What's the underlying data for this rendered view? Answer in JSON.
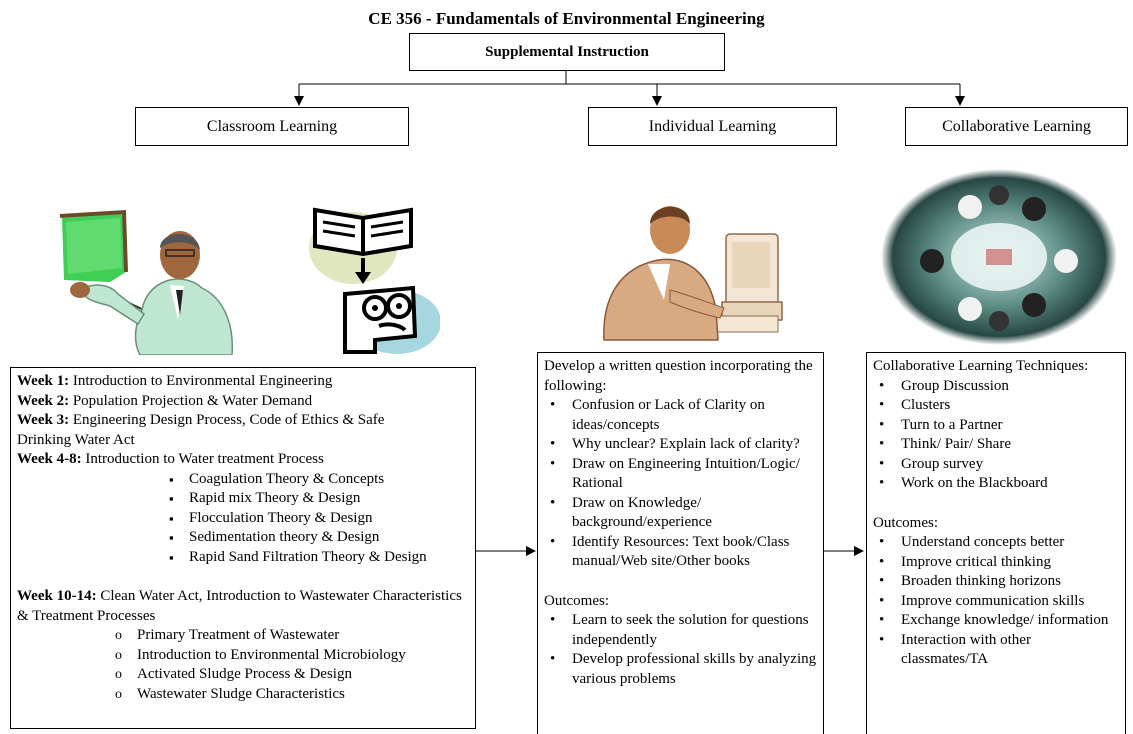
{
  "title": "CE 356 - Fundamentals of Environmental Engineering",
  "top_box": "Supplemental Instruction",
  "branches": {
    "classroom": "Classroom Learning",
    "individual": "Individual Learning",
    "collaborative": "Collaborative Learning"
  },
  "classroom": {
    "weeks": [
      {
        "label": "Week 1:",
        "text": " Introduction to Environmental Engineering"
      },
      {
        "label": "Week 2:",
        "text": " Population Projection & Water Demand"
      },
      {
        "label": "Week 3:",
        "text": " Engineering Design Process, Code of Ethics & Safe Drinking Water Act"
      },
      {
        "label": "Week 4-8:",
        "text": "  Introduction to Water treatment Process"
      }
    ],
    "water_topics": [
      "Coagulation Theory & Concepts",
      "Rapid mix Theory & Design",
      "Flocculation Theory & Design",
      "Sedimentation theory & Design",
      "Rapid Sand Filtration Theory & Design"
    ],
    "week10": {
      "label": "Week 10-14:",
      "text": " Clean Water Act, Introduction to Wastewater Characteristics & Treatment Processes"
    },
    "wastewater_topics": [
      "Primary Treatment of Wastewater",
      "Introduction to Environmental Microbiology",
      "Activated Sludge Process & Design",
      "Wastewater Sludge Characteristics"
    ]
  },
  "individual": {
    "intro": "Develop a written question incorporating the following:",
    "items": [
      "Confusion or Lack of Clarity on ideas/concepts",
      "Why unclear? Explain lack of clarity?",
      "Draw on Engineering Intuition/Logic/ Rational",
      "Draw on Knowledge/ background/experience",
      "Identify Resources: Text book/Class manual/Web site/Other books"
    ],
    "outcomes_label": "Outcomes:",
    "outcomes": [
      "Learn to seek the solution for questions independently",
      "Develop professional skills by analyzing various problems"
    ]
  },
  "collaborative": {
    "intro": "Collaborative Learning Techniques:",
    "items": [
      "Group Discussion",
      "Clusters",
      "Turn to a Partner",
      "Think/ Pair/ Share",
      "Group survey",
      "Work on the Blackboard"
    ],
    "outcomes_label": "Outcomes:",
    "outcomes": [
      "Understand concepts better",
      "Improve critical thinking",
      "Broaden thinking horizons",
      "Improve communication skills",
      "Exchange knowledge/ information",
      "Interaction with other classmates/TA"
    ]
  }
}
